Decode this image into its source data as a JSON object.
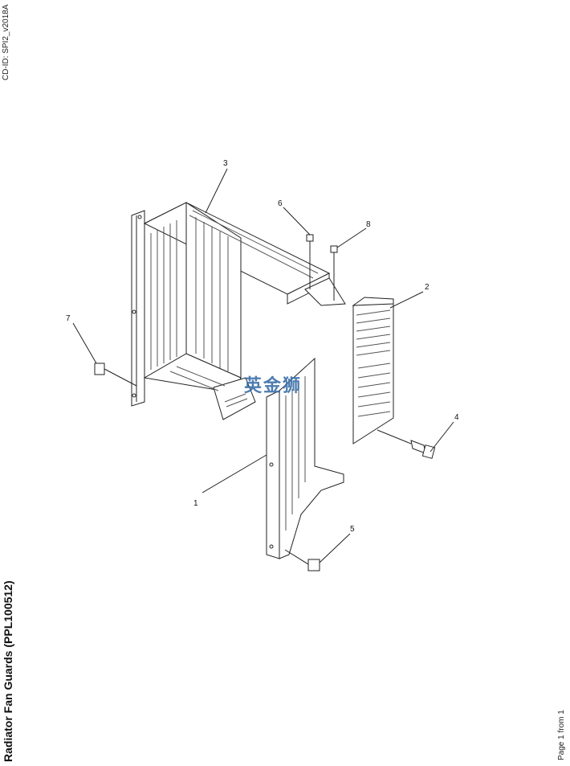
{
  "header": {
    "cd_id": "CD-ID: SPI2_v2018A"
  },
  "title": "Radiator Fan Guards (PPL100512)",
  "footer": {
    "page": "Page 1 from 1"
  },
  "watermark": "英金狮",
  "callouts": [
    "1",
    "2",
    "3",
    "4",
    "5",
    "6",
    "7",
    "8"
  ]
}
